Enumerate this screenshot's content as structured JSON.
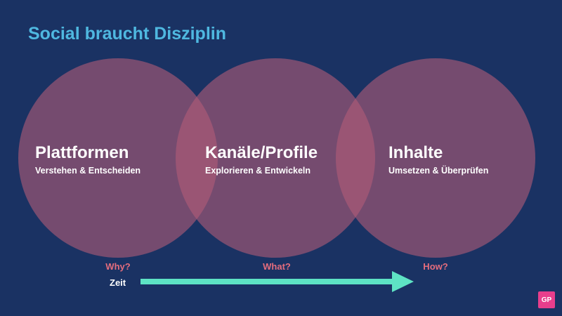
{
  "slide": {
    "title": "Social braucht Disziplin",
    "badge": "GP"
  },
  "colors": {
    "background": "#1a3263",
    "title": "#4fb8e0",
    "circle_fill": "#b25c78",
    "question": "#e56d7d",
    "arrow": "#5ee3c4",
    "badge": "#e83e8c"
  },
  "circles": [
    {
      "heading": "Plattformen",
      "subtitle": "Verstehen & Entscheiden",
      "question": "Why?"
    },
    {
      "heading": "Kanäle/Profile",
      "subtitle": "Explorieren & Entwickeln",
      "question": "What?"
    },
    {
      "heading": "Inhalte",
      "subtitle": "Umsetzen & Überprüfen",
      "question": "How?"
    }
  ],
  "timeline": {
    "label": "Zeit",
    "arrow_icon": "arrow-right-icon"
  }
}
